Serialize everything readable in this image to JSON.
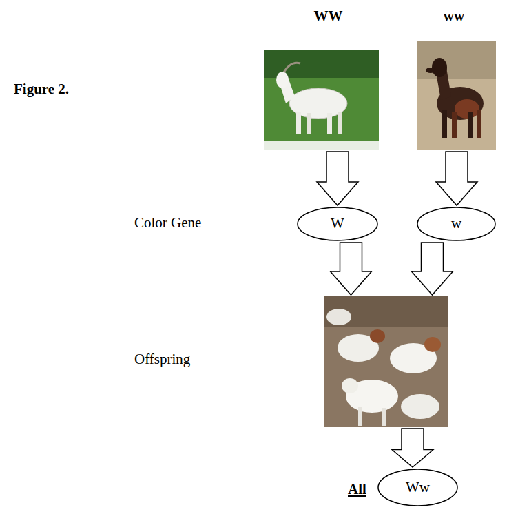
{
  "diagram": {
    "nodes": [
      {
        "text": [
          "WW"
        ]
      },
      {
        "text": [
          "ww"
        ]
      },
      {
        "text": [
          "W"
        ]
      },
      {
        "text": [
          "w"
        ]
      },
      {
        "text": []
      },
      {
        "text": [
          "Ww"
        ]
      }
    ],
    "edges": [
      {
        "from": 0,
        "to": 2,
        "arrow": "to"
      },
      {
        "from": 1,
        "to": 3,
        "arrow": "to"
      },
      {
        "from": 2,
        "to": 4,
        "arrow": "to"
      },
      {
        "from": 3,
        "to": 4,
        "arrow": "to"
      },
      {
        "from": 4,
        "to": 5,
        "arrow": "to"
      }
    ],
    "labels": [
      "Figure 2.",
      "Color Gene",
      "Offspring",
      "All"
    ]
  }
}
